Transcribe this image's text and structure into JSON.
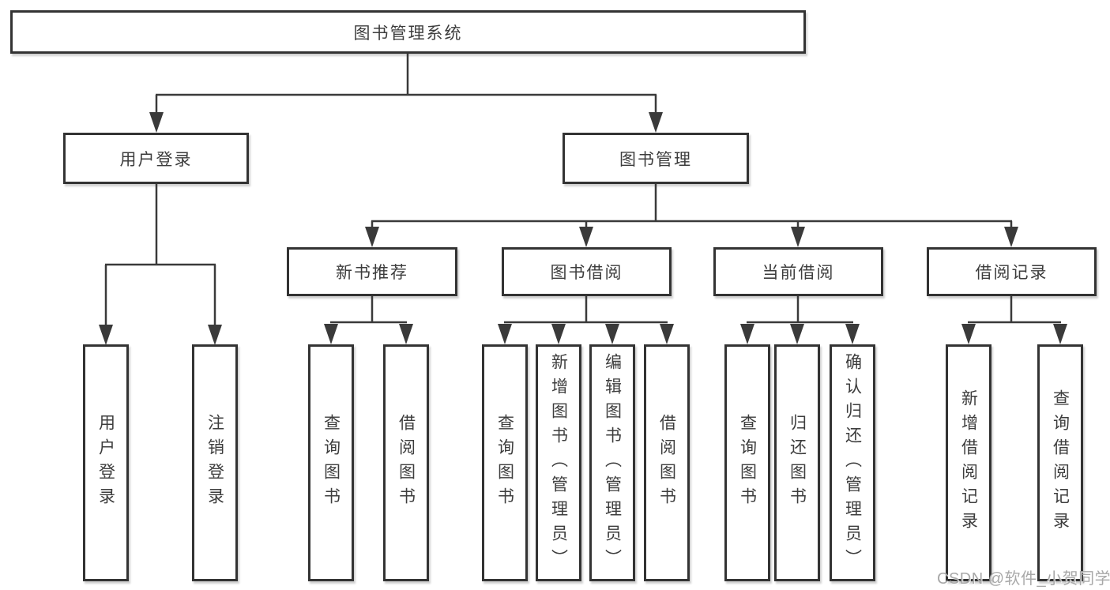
{
  "diagram": {
    "title": "图书管理系统",
    "root": {
      "label": "图书管理系统"
    },
    "branches": [
      {
        "label": "用户登录",
        "children": [
          {
            "label": "用户登录"
          },
          {
            "label": "注销登录"
          }
        ]
      },
      {
        "label": "图书管理",
        "sections": [
          {
            "label": "新书推荐",
            "children": [
              {
                "label": "查询图书"
              },
              {
                "label": "借阅图书"
              }
            ]
          },
          {
            "label": "图书借阅",
            "children": [
              {
                "label": "查询图书"
              },
              {
                "label": "新增图书（管理员）"
              },
              {
                "label": "编辑图书（管理员）"
              },
              {
                "label": "借阅图书"
              }
            ]
          },
          {
            "label": "当前借阅",
            "children": [
              {
                "label": "查询图书"
              },
              {
                "label": "归还图书"
              },
              {
                "label": "确认归还（管理员）"
              }
            ]
          },
          {
            "label": "借阅记录",
            "children": [
              {
                "label": "新增借阅记录"
              },
              {
                "label": "查询借阅记录"
              }
            ]
          }
        ]
      }
    ]
  },
  "watermark": {
    "text": "CSDN @软件_小贺同学"
  },
  "colors": {
    "line": "#3a3a3a",
    "box_border": "#333333",
    "text": "#3d3d3d",
    "background": "#ffffff",
    "watermark": "#a8a8a8"
  }
}
